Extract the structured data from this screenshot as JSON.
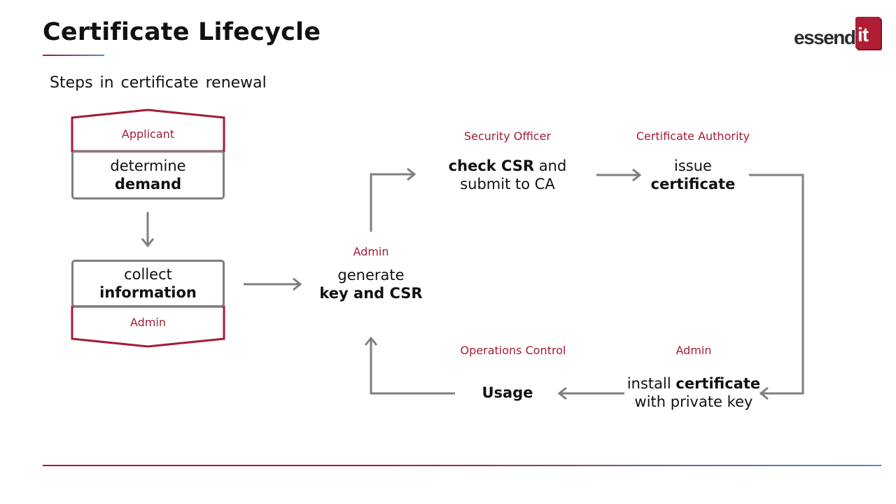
{
  "header": {
    "title": "Certificate Lifecycle",
    "logo_text": "essendi",
    "logo_accent": "it"
  },
  "subtitle": "Steps in certificate renewal",
  "colors": {
    "accent": "#a31c37",
    "arrow": "#7f7f7f",
    "blue": "#4a90c8"
  },
  "steps": {
    "determine": {
      "role": "Applicant",
      "line1": "determine",
      "line2_bold": "demand"
    },
    "collect": {
      "line1": "collect",
      "line2_bold": "information",
      "role": "Admin"
    },
    "generate": {
      "role": "Admin",
      "line1": "generate",
      "line2_bold": "key and CSR"
    },
    "check": {
      "role": "Security Officer",
      "line1_bold": "check CSR",
      "line1_rest": " and",
      "line2": "submit to CA"
    },
    "issue": {
      "role": "Certificate Authority",
      "line1": "issue",
      "line2_bold": "certificate"
    },
    "install": {
      "role": "Admin",
      "line1_plain": "install ",
      "line1_bold": "certificate",
      "line2": "with private key"
    },
    "usage": {
      "role": "Operations Control",
      "label_bold": "Usage"
    }
  }
}
